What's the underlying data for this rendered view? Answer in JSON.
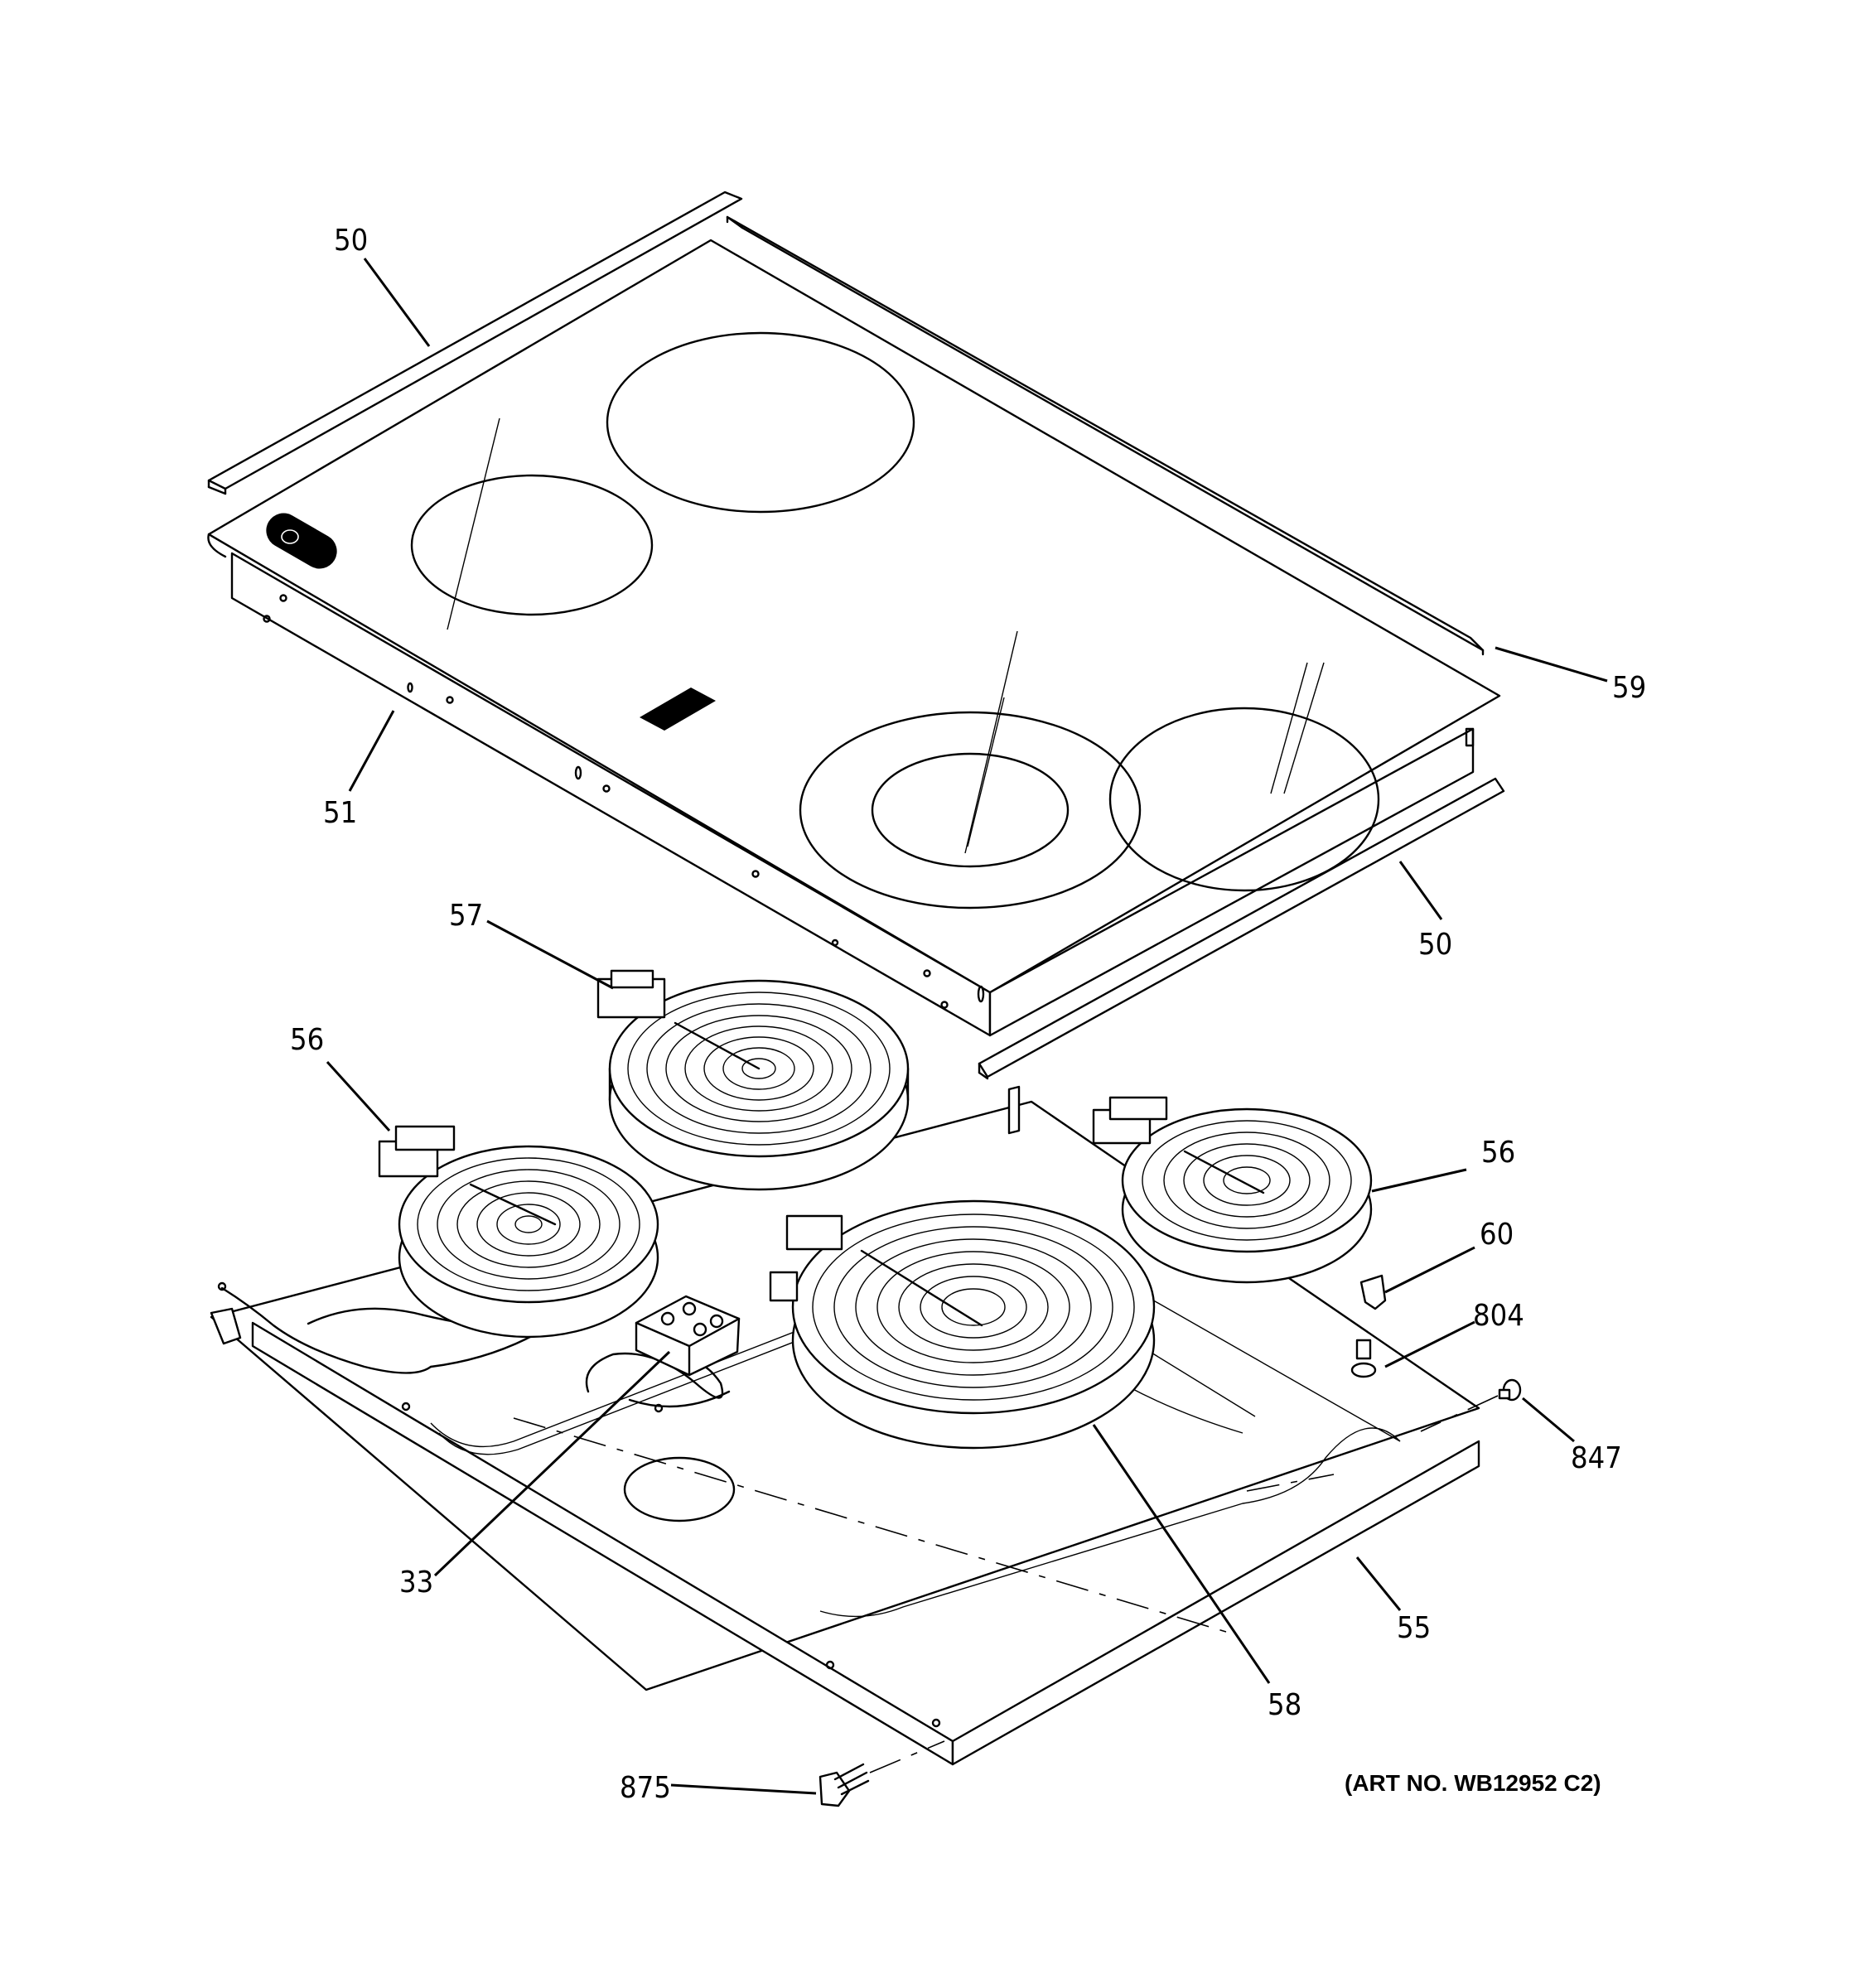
{
  "diagram": {
    "callouts": [
      {
        "id": "50-top",
        "label": "50"
      },
      {
        "id": "59",
        "label": "59"
      },
      {
        "id": "51",
        "label": "51"
      },
      {
        "id": "50-right",
        "label": "50"
      },
      {
        "id": "57",
        "label": "57"
      },
      {
        "id": "56-left",
        "label": "56"
      },
      {
        "id": "56-right",
        "label": "56"
      },
      {
        "id": "60",
        "label": "60"
      },
      {
        "id": "804",
        "label": "804"
      },
      {
        "id": "847",
        "label": "847"
      },
      {
        "id": "33",
        "label": "33"
      },
      {
        "id": "55",
        "label": "55"
      },
      {
        "id": "58",
        "label": "58"
      },
      {
        "id": "875",
        "label": "875"
      }
    ],
    "art_number": "(ART NO. WB12952 C2)"
  }
}
